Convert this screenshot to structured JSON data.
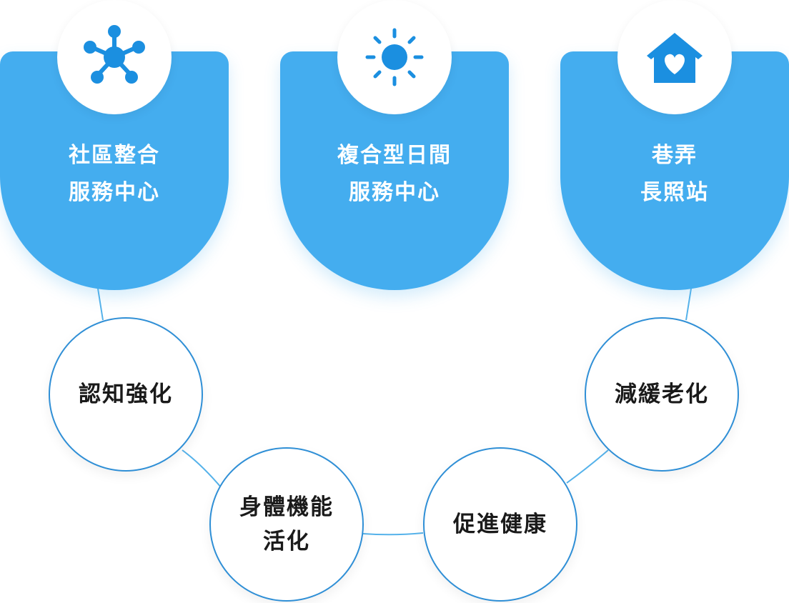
{
  "colors": {
    "card_blue": "#44adef",
    "icon_blue": "#1b8fe0",
    "line_blue": "#55b2ea",
    "node_border": "#2f8fd6",
    "node_text": "#1a1a1a",
    "card_text": "#ffffff"
  },
  "services": [
    {
      "icon": "network-icon",
      "title_lines": [
        "社區整合",
        "服務中心"
      ]
    },
    {
      "icon": "sun-icon",
      "title_lines": [
        "複合型日間",
        "服務中心"
      ]
    },
    {
      "icon": "home-heart-icon",
      "title_lines": [
        "巷弄",
        "長照站"
      ]
    }
  ],
  "benefits": [
    {
      "lines": [
        "認知強化"
      ]
    },
    {
      "lines": [
        "身體機能",
        "活化"
      ]
    },
    {
      "lines": [
        "促進健康"
      ]
    },
    {
      "lines": [
        "減緩老化"
      ]
    }
  ]
}
